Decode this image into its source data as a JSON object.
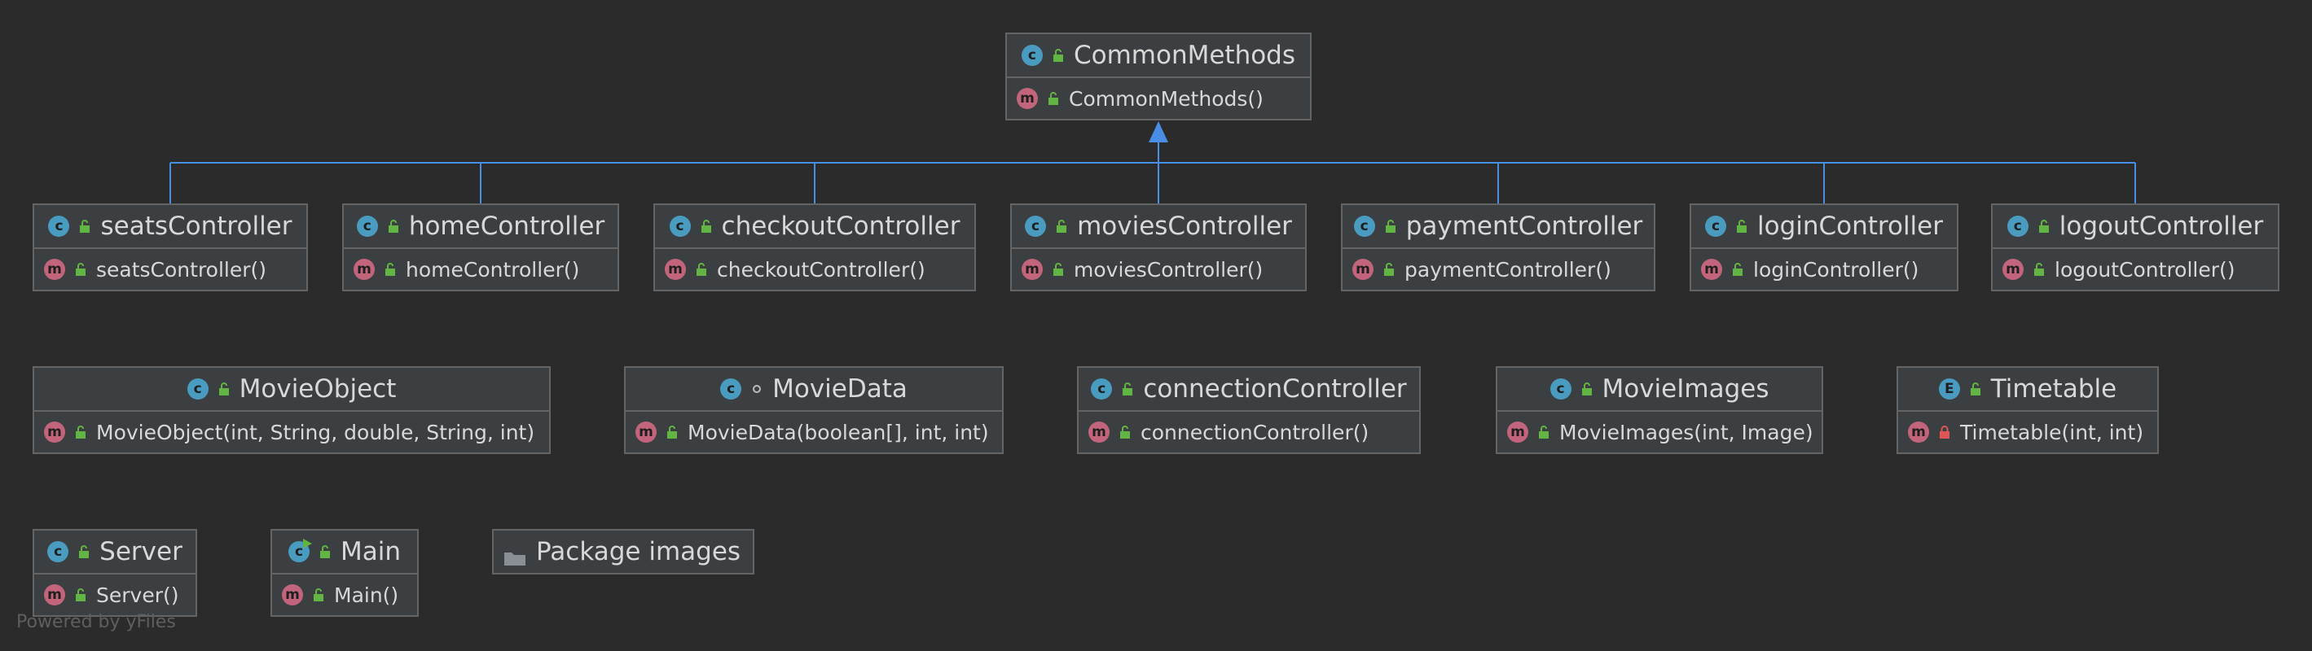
{
  "diagram": {
    "classes": [
      {
        "id": "common",
        "name": "CommonMethods",
        "kind": "class",
        "member": "CommonMethods()",
        "member_access": "public"
      },
      {
        "id": "seats",
        "name": "seatsController",
        "kind": "class",
        "member": "seatsController()",
        "member_access": "public"
      },
      {
        "id": "home",
        "name": "homeController",
        "kind": "class",
        "member": "homeController()",
        "member_access": "public"
      },
      {
        "id": "checkout",
        "name": "checkoutController",
        "kind": "class",
        "member": "checkoutController()",
        "member_access": "public"
      },
      {
        "id": "movies",
        "name": "moviesController",
        "kind": "class",
        "member": "moviesController()",
        "member_access": "public"
      },
      {
        "id": "payment",
        "name": "paymentController",
        "kind": "class",
        "member": "paymentController()",
        "member_access": "public"
      },
      {
        "id": "login",
        "name": "loginController",
        "kind": "class",
        "member": "loginController()",
        "member_access": "public"
      },
      {
        "id": "logout",
        "name": "logoutController",
        "kind": "class",
        "member": "logoutController()",
        "member_access": "public"
      },
      {
        "id": "movieobject",
        "name": "MovieObject",
        "kind": "class",
        "member": "MovieObject(int, String, double, String, int)",
        "member_access": "public"
      },
      {
        "id": "moviedata",
        "name": "MovieData",
        "kind": "class",
        "class_access": "package",
        "member": "MovieData(boolean[], int, int)",
        "member_access": "public"
      },
      {
        "id": "connection",
        "name": "connectionController",
        "kind": "class",
        "member": "connectionController()",
        "member_access": "public"
      },
      {
        "id": "movieimages",
        "name": "MovieImages",
        "kind": "class",
        "member": "MovieImages(int, Image)",
        "member_access": "public"
      },
      {
        "id": "timetable",
        "name": "Timetable",
        "kind": "enum",
        "member": "Timetable(int, int)",
        "member_access": "private"
      },
      {
        "id": "server",
        "name": "Server",
        "kind": "class",
        "member": "Server()",
        "member_access": "public"
      },
      {
        "id": "main",
        "name": "Main",
        "kind": "main",
        "member": "Main()",
        "member_access": "public"
      }
    ],
    "packages": [
      {
        "id": "images",
        "label": "Package images"
      }
    ],
    "inheritance": {
      "parent": "CommonMethods",
      "children": [
        "seatsController",
        "homeController",
        "checkoutController",
        "moviesController",
        "paymentController",
        "loginController",
        "logoutController"
      ]
    },
    "badges": {
      "class": "c",
      "enum": "E",
      "method": "m",
      "main": "c"
    },
    "colors": {
      "background": "#2b2b2b",
      "node_fill": "#3c3f41",
      "node_border": "#646464",
      "edge": "#4a8de4",
      "class_badge": "#4a9bc0",
      "method_badge": "#c2647c",
      "public_icon": "#62b543",
      "private_icon": "#e05555"
    }
  },
  "watermark": "Powered by yFiles"
}
